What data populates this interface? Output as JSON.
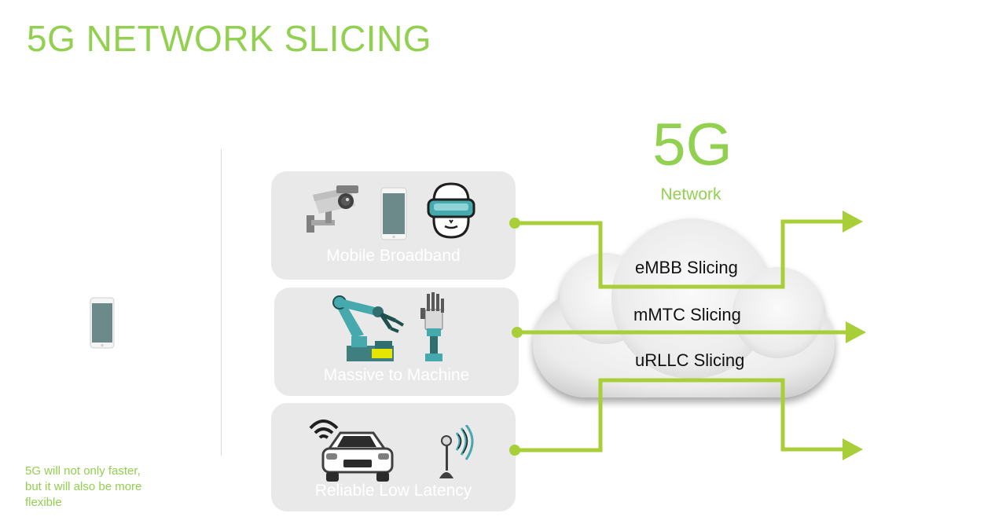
{
  "title": "5G NETWORK SLICING",
  "note_lines": [
    "5G will not only faster,",
    "but it will also be more",
    "flexible"
  ],
  "panels": [
    {
      "label": "Mobile Broadband",
      "icons": [
        "cctv-camera-icon",
        "smartphone-icon",
        "vr-headset-icon"
      ]
    },
    {
      "label": "Massive to Machine",
      "icons": [
        "robot-arm-icon",
        "robot-hand-icon"
      ]
    },
    {
      "label": "Reliable Low Latency",
      "icons": [
        "connected-car-icon",
        "wireless-sensor-icon"
      ]
    }
  ],
  "network": {
    "big": "5G",
    "label": "Network"
  },
  "slices": [
    "eMBB Slicing",
    "mMTC Slicing",
    "uRLLC Slicing"
  ],
  "colors": {
    "accent": "#92d050",
    "line": "#a8cf38",
    "panel": "#e9e9e9",
    "phone_screen": "#6d8a8a"
  }
}
